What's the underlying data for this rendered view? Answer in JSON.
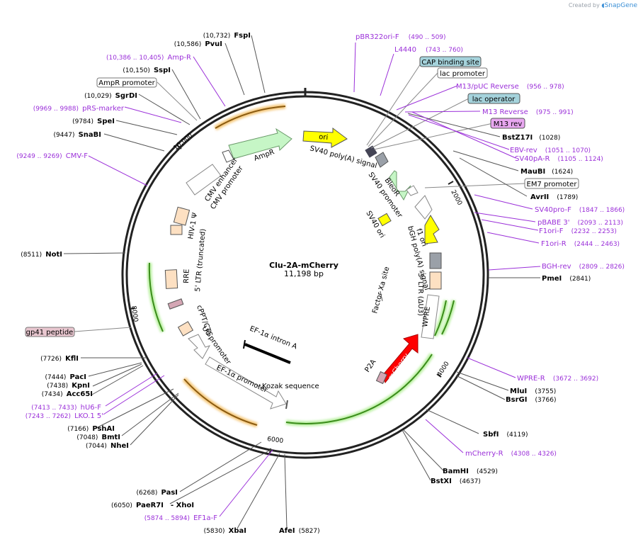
{
  "header": {
    "credit_prefix": "Created by",
    "credit_brand": "SnapGene"
  },
  "plasmid": {
    "name": "Clu-2A-mCherry",
    "length": "11,198 bp"
  },
  "ticks": [
    "2000",
    "4000",
    "6000",
    "8000",
    "10,000"
  ],
  "enzymes": {
    "fspi": {
      "name": "FspI",
      "pos": "(10,732)"
    },
    "pvui": {
      "name": "PvuI",
      "pos": "(10,586)"
    },
    "sspi": {
      "name": "SspI",
      "pos": "(10,150)"
    },
    "sgrdi": {
      "name": "SgrDI",
      "pos": "(10,029)"
    },
    "spei": {
      "name": "SpeI",
      "pos": "(9784)"
    },
    "snabi": {
      "name": "SnaBI",
      "pos": "(9447)"
    },
    "noti": {
      "name": "NotI",
      "pos": "(8511)"
    },
    "kfli": {
      "name": "KflI",
      "pos": "(7726)"
    },
    "paci": {
      "name": "PacI",
      "pos": "(7444)"
    },
    "kpni": {
      "name": "KpnI",
      "pos": "(7438)"
    },
    "acc65i": {
      "name": "Acc65I",
      "pos": "(7434)"
    },
    "pshai": {
      "name": "PshAI",
      "pos": "(7166)"
    },
    "bmti": {
      "name": "BmtI",
      "pos": "(7048)"
    },
    "nhei": {
      "name": "NheI",
      "pos": "(7044)"
    },
    "pasi": {
      "name": "PasI",
      "pos": "(6268)"
    },
    "paer7i": {
      "name": "PaeR7I",
      "pos": "(6050)"
    },
    "xhoi": {
      "name": "- XhoI"
    },
    "xbai": {
      "name": "XbaI",
      "pos": "(5830)"
    },
    "afei": {
      "name": "AfeI",
      "pos": "(5827)"
    },
    "bstz17i": {
      "name": "BstZ17I",
      "pos": "(1028)"
    },
    "maubi": {
      "name": "MauBI",
      "pos": "(1624)"
    },
    "avrii": {
      "name": "AvrII",
      "pos": "(1789)"
    },
    "pmei": {
      "name": "PmeI",
      "pos": "(2841)"
    },
    "mlui": {
      "name": "MluI",
      "pos": "(3755)"
    },
    "bstgi": {
      "name": "BsrGI",
      "pos": "(3766)"
    },
    "sbfi": {
      "name": "SbfI",
      "pos": "(4119)"
    },
    "bamhi": {
      "name": "BamHI",
      "pos": "(4529)"
    },
    "bstxi": {
      "name": "BstXI",
      "pos": "(4637)"
    }
  },
  "primers": {
    "ampr": {
      "name": "Amp-R",
      "pos": "(10,386 .. 10,405)"
    },
    "prs": {
      "name": "pRS-marker",
      "pos": "(9969 .. 9988)"
    },
    "cmvf": {
      "name": "CMV-F",
      "pos": "(9249 .. 9269)"
    },
    "hu6f": {
      "name": "hU6-F",
      "pos": "(7413 .. 7433)"
    },
    "lko": {
      "name": "LKO.1 5'",
      "pos": "(7243 .. 7262)"
    },
    "ef1af": {
      "name": "EF1a-F",
      "pos": "(5874 .. 5894)"
    },
    "pbr": {
      "name": "pBR322ori-F",
      "pos": "(490 .. 509)"
    },
    "l4440": {
      "name": "L4440",
      "pos": "(743 .. 760)"
    },
    "m13puc": {
      "name": "M13/pUC Reverse",
      "pos": "(956 .. 978)"
    },
    "m13rev": {
      "name": "M13 Reverse",
      "pos": "(975 .. 991)"
    },
    "ebv": {
      "name": "EBV-rev",
      "pos": "(1051 .. 1070)"
    },
    "sv40pa": {
      "name": "SV40pA-R",
      "pos": "(1105 .. 1124)"
    },
    "sv40pro": {
      "name": "SV40pro-F",
      "pos": "(1847 .. 1866)"
    },
    "pbabe": {
      "name": "pBABE 3'",
      "pos": "(2093 .. 2113)"
    },
    "f1orif": {
      "name": "F1ori-F",
      "pos": "(2232 .. 2253)"
    },
    "f1orir": {
      "name": "F1ori-R",
      "pos": "(2444 .. 2463)"
    },
    "bgh": {
      "name": "BGH-rev",
      "pos": "(2809 .. 2826)"
    },
    "wpre": {
      "name": "WPRE-R",
      "pos": "(3672 .. 3692)"
    },
    "mcherry": {
      "name": "mCherry-R",
      "pos": "(4308 .. 4326)"
    }
  },
  "boxed": {
    "amprpromoter": "AmpR promoter",
    "cap": "CAP binding site",
    "lacpromoter": "lac promoter",
    "lacoperator": "lac operator",
    "m13rev": "M13 rev",
    "em7": "EM7 promoter",
    "gp41": "gp41 peptide"
  },
  "features": {
    "ori": "ori",
    "ampr": "AmpR",
    "cmvenh": "CMV enhancer",
    "cmvpro": "CMV promoter",
    "hiv": "HIV-1 Ψ",
    "ltr5": "5' LTR (truncated)",
    "rre": "RRE",
    "cppt": "cPPT/CTS",
    "u6": "U6 promoter",
    "ef1intron": "EF-1α intron A",
    "ef1pro": "EF-1α promoter",
    "kozak": "Kozak sequence",
    "sv40pa": "SV40 poly(A) signal",
    "bleor": "BleoR",
    "sv40pro": "SV40 promoter",
    "sv40ori": "SV40 ori",
    "f1ori": "f1 ori",
    "bgh": "bGH poly(A) signal",
    "ltr3": "3' LTR (ΔU3)",
    "factorxa": "Factor Xa site",
    "wpre": "WPRE",
    "p2a": "P2A",
    "mcherry": "mCherry"
  }
}
